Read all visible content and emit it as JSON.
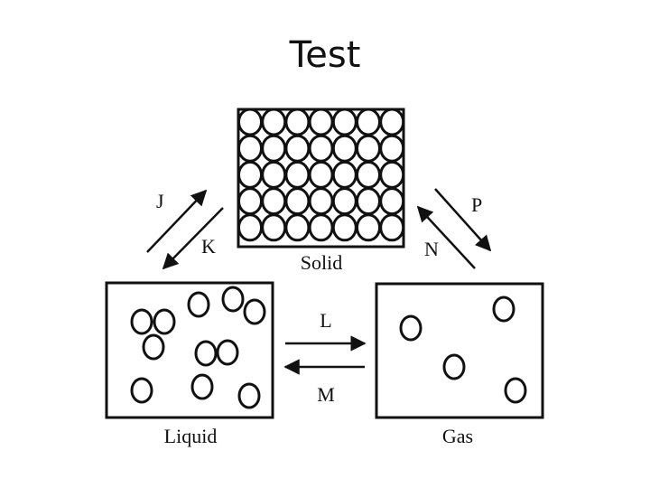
{
  "slide": {
    "title": "Test"
  },
  "states": {
    "solid": "Solid",
    "liquid": "Liquid",
    "gas": "Gas"
  },
  "transitions": {
    "J": "J",
    "K": "K",
    "L": "L",
    "M": "M",
    "N": "N",
    "P": "P"
  },
  "colors": {
    "ink": "#111111",
    "background": "#ffffff"
  }
}
